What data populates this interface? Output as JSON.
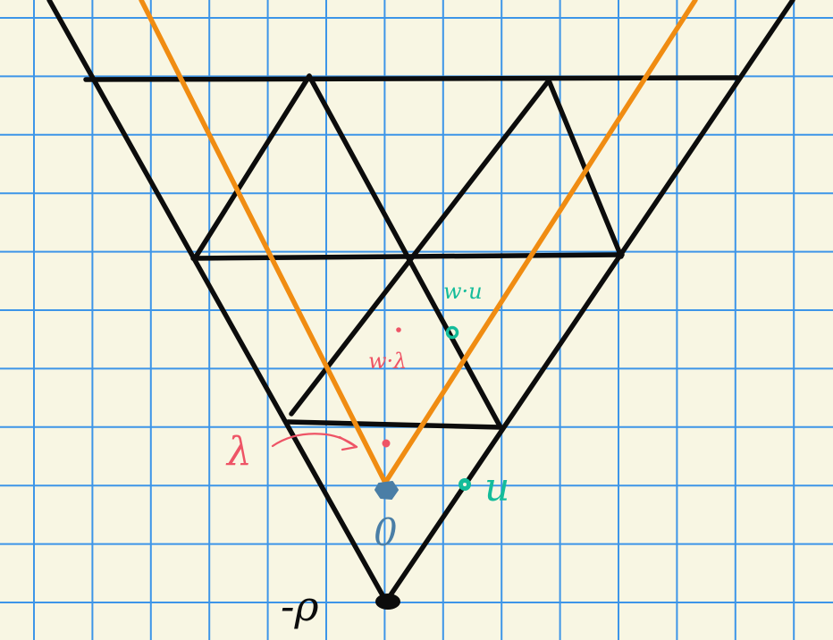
{
  "colors": {
    "paper": "#f8f6e3",
    "grid": "#3d95e8",
    "lines": "#0c0c0c",
    "orange": "#f08c12",
    "red": "#ee5466",
    "teal": "#14bc9a",
    "origin": "#4a7ea6"
  },
  "labels": {
    "lambda": "λ",
    "w_lambda": "w·λ",
    "w_mu": "w·u",
    "mu": "u",
    "zero": "0",
    "neg_rho": "-ρ"
  }
}
